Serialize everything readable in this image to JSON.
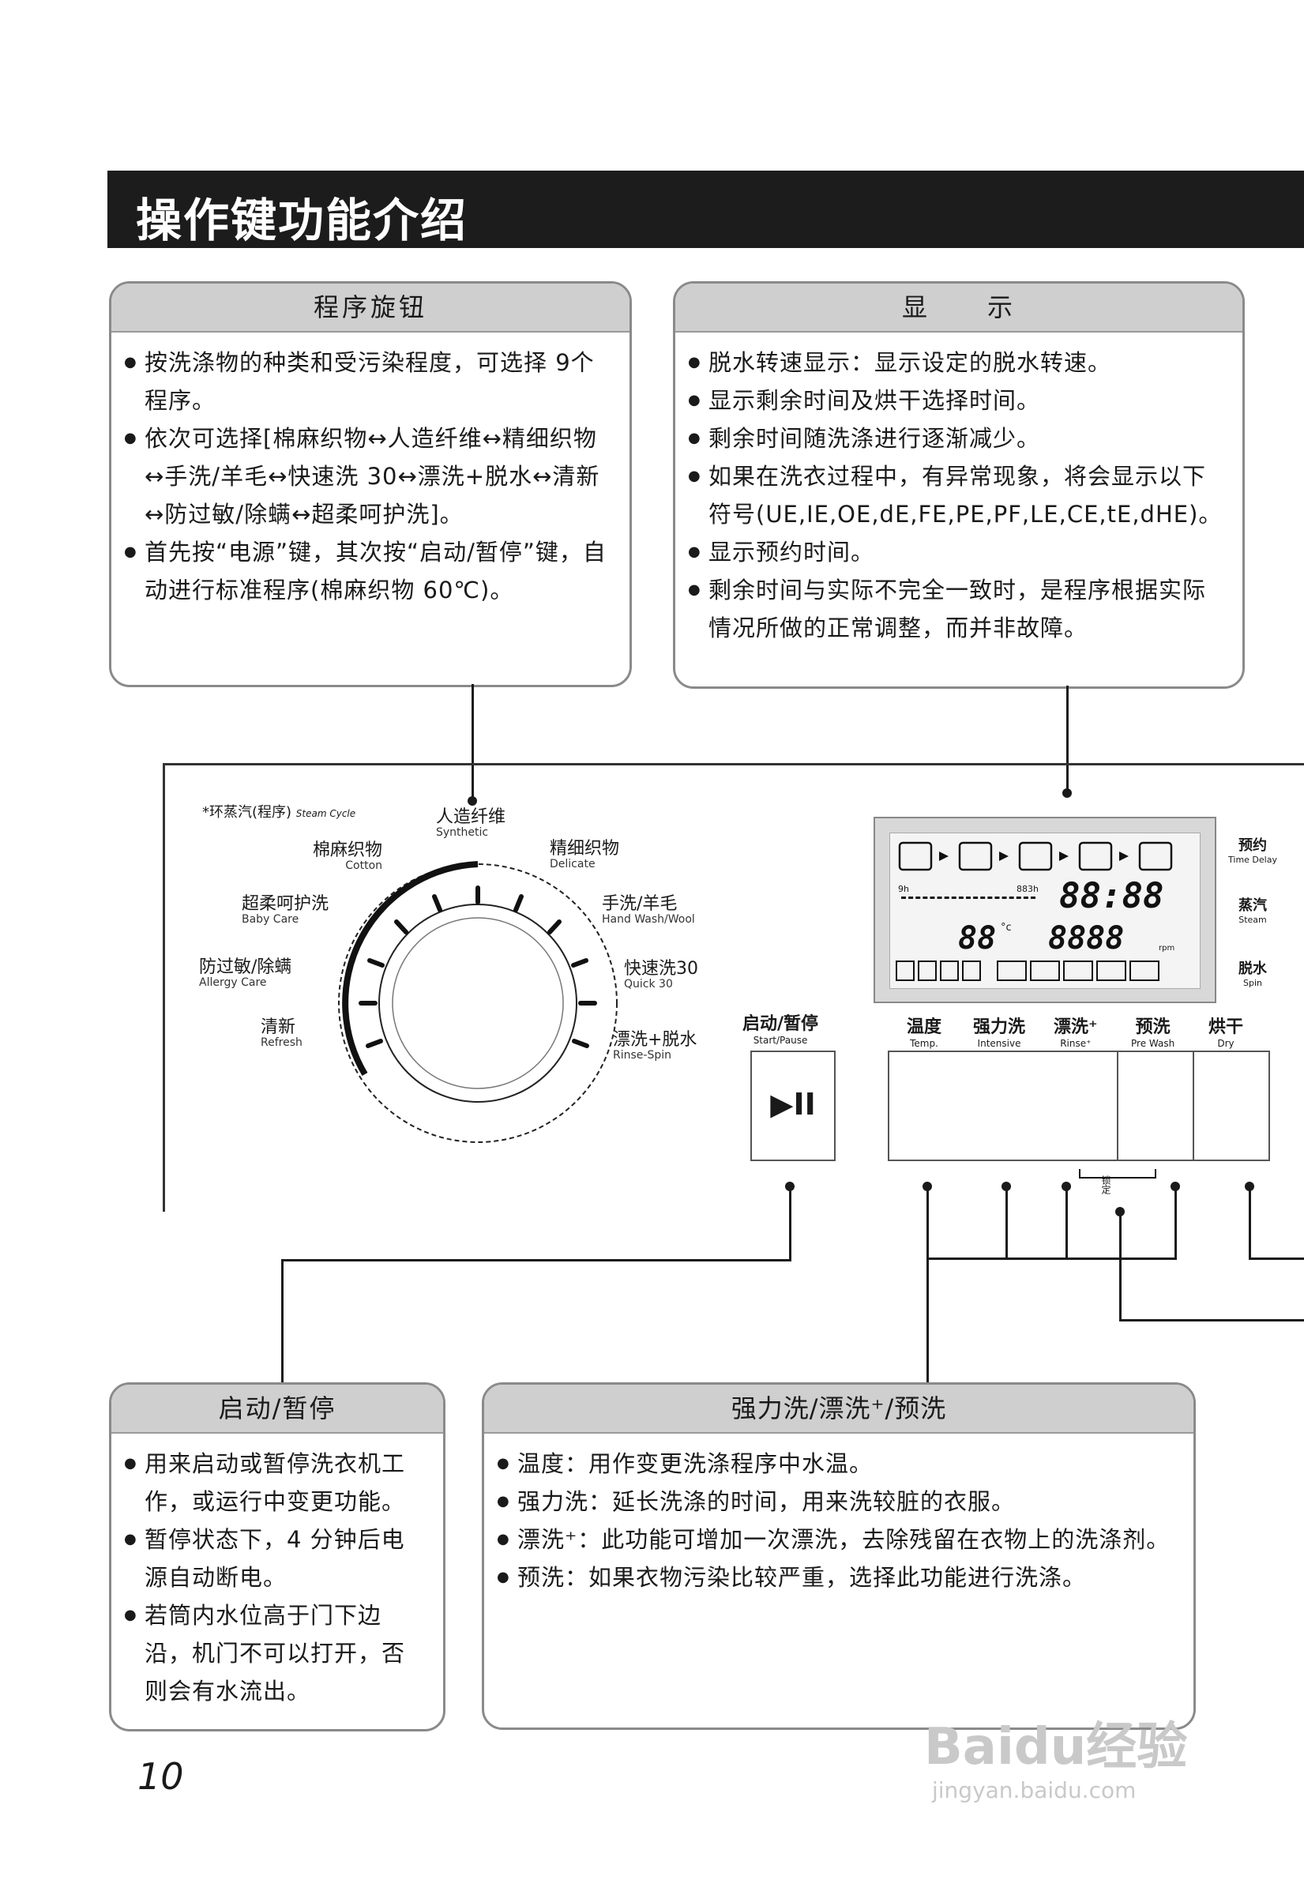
{
  "page_title": "操作键功能介绍",
  "program_knob": {
    "heading": "程序旋钮",
    "items": [
      "按洗涤物的种类和受污染程度，可选择 9个程序。",
      "依次可选择[棉麻织物↔人造纤维↔精细织物↔手洗/羊毛↔快速洗 30↔漂洗+脱水↔清新↔防过敏/除螨↔超柔呵护洗]。",
      "首先按“电源”键，其次按“启动/暂停”键，自动进行标准程序(棉麻织物 60℃)。"
    ]
  },
  "display": {
    "heading": "显　　示",
    "items": [
      "脱水转速显示：显示设定的脱水转速。",
      "显示剩余时间及烘干选择时间。",
      "剩余时间随洗涤进行逐渐减少。",
      "如果在洗衣过程中，有异常现象，将会显示以下符号(UE,IE,OE,dE,FE,PE,PF,LE,CE,tE,dHE)。",
      "显示预约时间。",
      "剩余时间与实际不完全一致时，是程序根据实际情况所做的正常调整，而并非故障。"
    ]
  },
  "dial": {
    "steam_cycle": "*环蒸汽(程序)",
    "steam_cycle_en": "Steam Cycle",
    "programs": [
      {
        "zh": "人造纤维",
        "en": "Synthetic"
      },
      {
        "zh": "精细织物",
        "en": "Delicate"
      },
      {
        "zh": "手洗/羊毛",
        "en": "Hand Wash/Wool"
      },
      {
        "zh": "快速洗30",
        "en": "Quick 30"
      },
      {
        "zh": "漂洗+脱水",
        "en": "Rinse-Spin"
      },
      {
        "zh": "棉麻织物",
        "en": "Cotton"
      },
      {
        "zh": "超柔呵护洗",
        "en": "Baby Care"
      },
      {
        "zh": "防过敏/除螨",
        "en": "Allergy Care"
      },
      {
        "zh": "清新",
        "en": "Refresh"
      }
    ]
  },
  "lcd": {
    "time": "88:88",
    "temp": "88",
    "temp_unit": "°c",
    "rpm": "8888",
    "rpm_unit": "rpm",
    "bar_left": "9h",
    "bar_right": "883h"
  },
  "side_buttons": [
    {
      "zh": "预约",
      "en": "Time Delay"
    },
    {
      "zh": "蒸汽",
      "en": "Steam"
    },
    {
      "zh": "脱水",
      "en": "Spin"
    }
  ],
  "buttons": {
    "start": {
      "zh": "启动/暂停",
      "en": "Start/Pause",
      "symbol": "▶II"
    },
    "temp": {
      "zh": "温度",
      "en": "Temp."
    },
    "intensive": {
      "zh": "强力洗",
      "en": "Intensive"
    },
    "rinse": {
      "zh": "漂洗⁺",
      "en": "Rinse⁺"
    },
    "prewash": {
      "zh": "预洗",
      "en": "Pre Wash"
    },
    "dry": {
      "zh": "烘干",
      "en": "Dry"
    },
    "lock_label": "锁定"
  },
  "start_pause_box": {
    "heading": "启动/暂停",
    "items": [
      "用来启动或暂停洗衣机工作，或运行中变更功能。",
      "暂停状态下，4 分钟后电源自动断电。",
      "若筒内水位高于门下边沿，机门不可以打开，否则会有水流出。"
    ]
  },
  "options_box": {
    "heading": "强力洗/漂洗⁺/预洗",
    "items": [
      "温度：用作变更洗涤程序中水温。",
      "强力洗：延长洗涤的时间，用来洗较脏的衣服。",
      "漂洗⁺：此功能可增加一次漂洗，去除残留在衣物上的洗涤剂。",
      "预洗：如果衣物污染比较严重，选择此功能进行洗涤。"
    ]
  },
  "page_number": "10",
  "watermark": "Baidu经验",
  "watermark_url": "jingyan.baidu.com"
}
